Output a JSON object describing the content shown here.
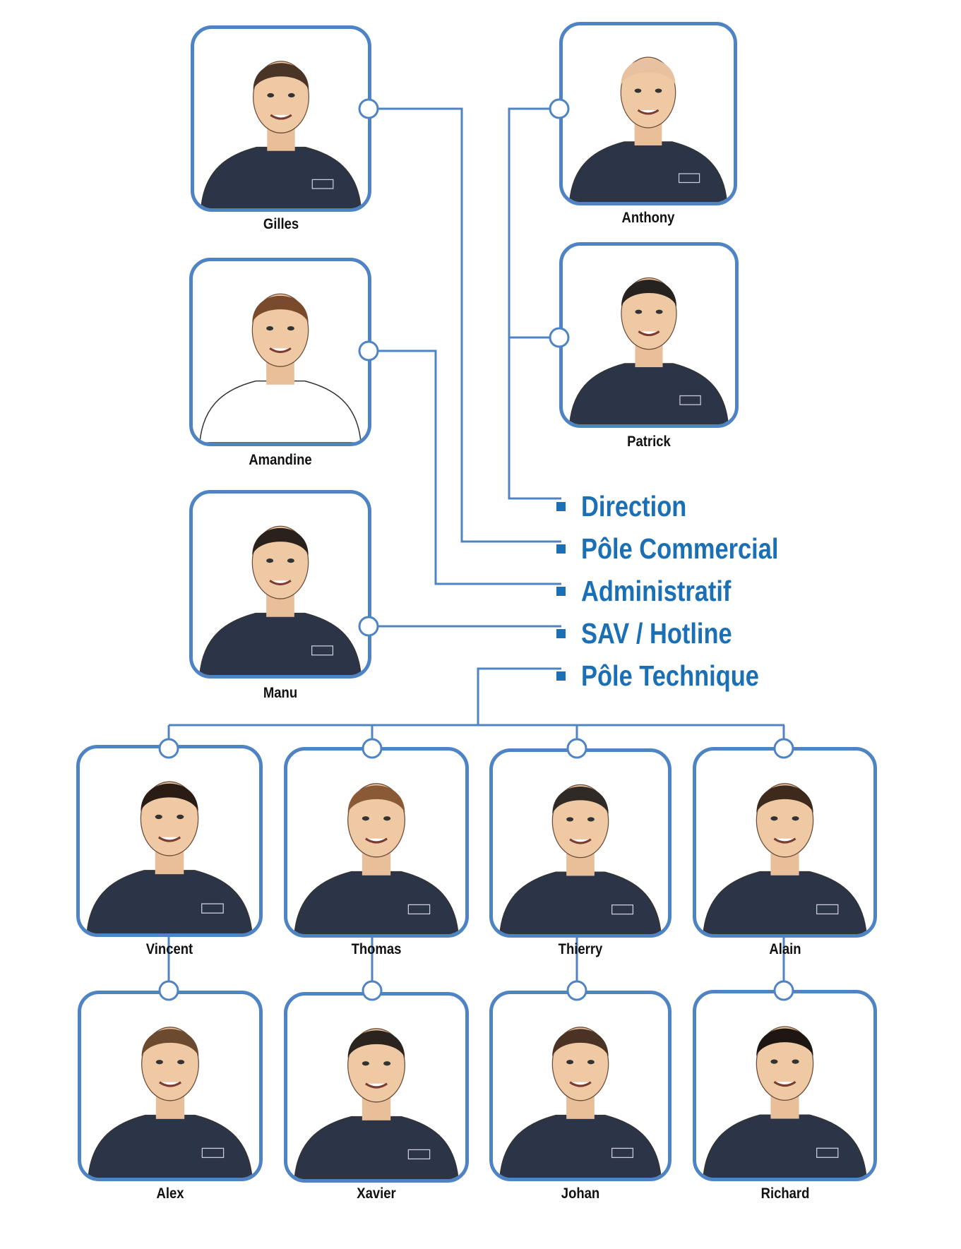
{
  "legend": [
    {
      "label": "Direction"
    },
    {
      "label": "Pôle Commercial"
    },
    {
      "label": "Administratif"
    },
    {
      "label": "SAV / Hotline"
    },
    {
      "label": "Pôle Technique"
    }
  ],
  "people": [
    {
      "name": "Gilles",
      "department": "Pôle Commercial"
    },
    {
      "name": "Amandine",
      "department": "Administratif"
    },
    {
      "name": "Manu",
      "department": "SAV / Hotline"
    },
    {
      "name": "Anthony",
      "department": "Direction"
    },
    {
      "name": "Patrick",
      "department": "Direction"
    },
    {
      "name": "Vincent",
      "department": "Pôle Technique"
    },
    {
      "name": "Thomas",
      "department": "Pôle Technique"
    },
    {
      "name": "Thierry",
      "department": "Pôle Technique"
    },
    {
      "name": "Alain",
      "department": "Pôle Technique"
    },
    {
      "name": "Alex",
      "department": "Pôle Technique"
    },
    {
      "name": "Xavier",
      "department": "Pôle Technique"
    },
    {
      "name": "Johan",
      "department": "Pôle Technique"
    },
    {
      "name": "Richard",
      "department": "Pôle Technique"
    }
  ],
  "colors": {
    "accent": "#1a6fb5",
    "connector": "#4f84c4",
    "jacket": "#2c3447"
  }
}
